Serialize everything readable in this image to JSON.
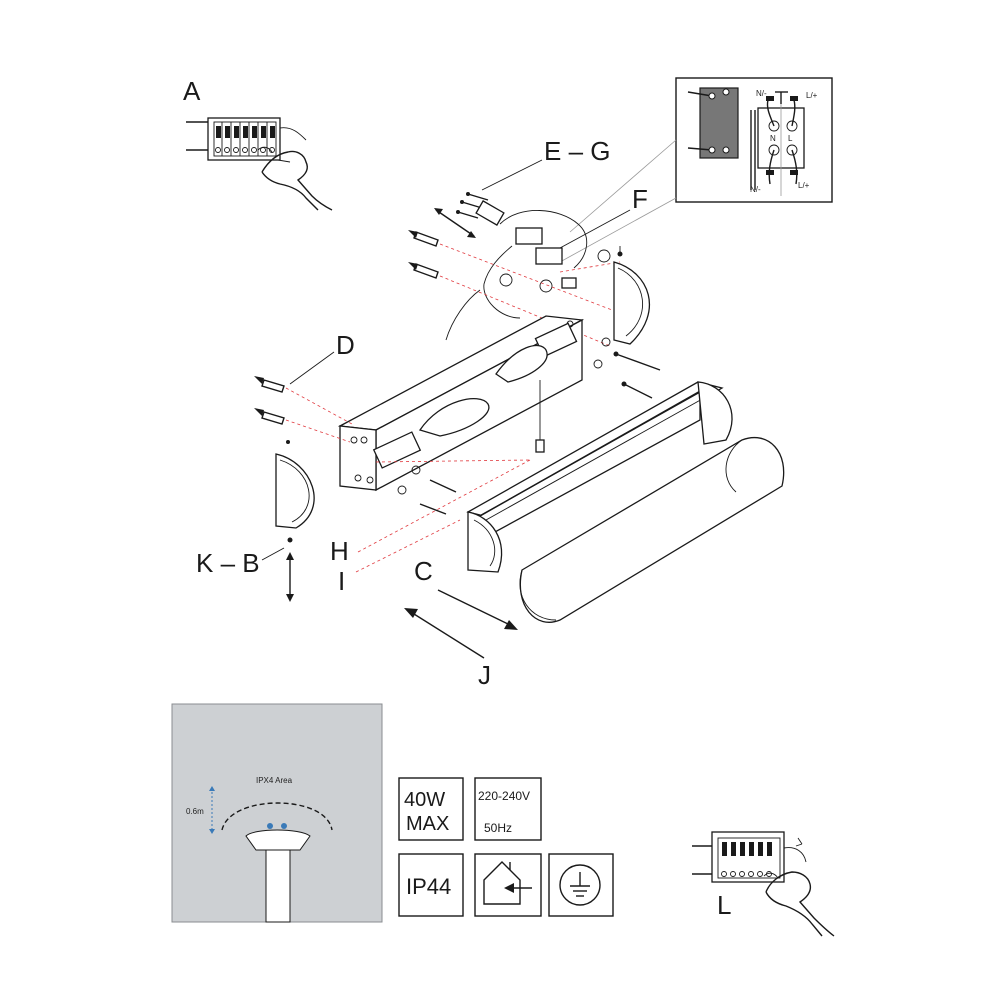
{
  "labels": {
    "A": "A",
    "EG": "E – G",
    "F": "F",
    "D": "D",
    "KB": "K – B",
    "H": "H",
    "I": "I",
    "C": "C",
    "J": "J",
    "L": "L"
  },
  "wiring": {
    "n_top": "N/-",
    "l_top": "L/+",
    "n_bottom": "N/-",
    "l_bottom": "L/+",
    "terminal_n": "N",
    "terminal_l": "L"
  },
  "bathroom_zone": {
    "area_label": "IPX4 Area",
    "height_label": "0.6m"
  },
  "specs": {
    "power": "40W",
    "power_sub": "MAX",
    "voltage": "220-240V",
    "frequency": "50Hz",
    "ip_rating": "IP44"
  },
  "icons": [
    "indoor-use-icon",
    "earth-ground-icon",
    "hand-icon",
    "screw-icon",
    "wall-plug-icon",
    "bulb-icon",
    "double-arrow-icon"
  ]
}
